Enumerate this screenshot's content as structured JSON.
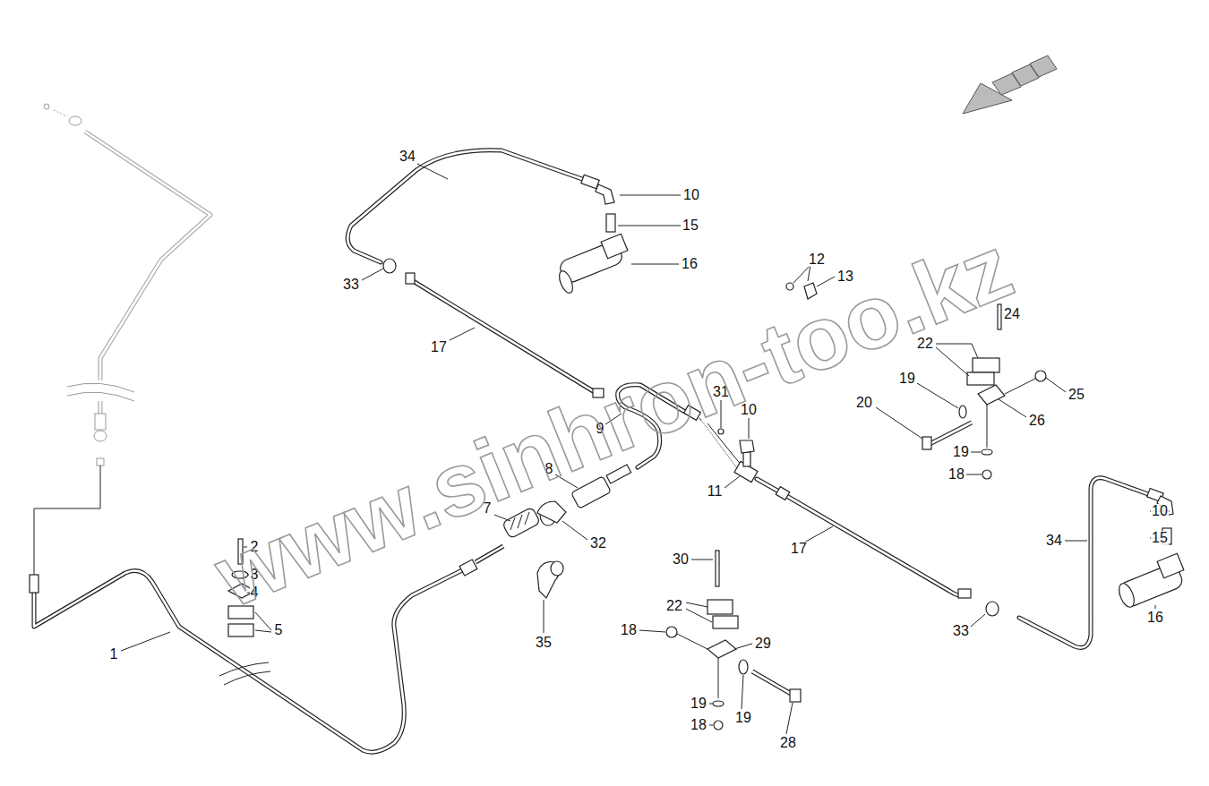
{
  "diagram": {
    "labels": [
      "34",
      "10",
      "15",
      "16",
      "33",
      "12",
      "13",
      "24",
      "17",
      "22",
      "19",
      "25",
      "20",
      "26",
      "31",
      "10",
      "9",
      "19",
      "18",
      "8",
      "11",
      "7",
      "17",
      "2",
      "32",
      "3",
      "4",
      "10",
      "34",
      "15",
      "5",
      "30",
      "35",
      "22",
      "29",
      "18",
      "1",
      "33",
      "16",
      "19",
      "19",
      "18",
      "28",
      "www.sinhron-too.kz"
    ]
  }
}
